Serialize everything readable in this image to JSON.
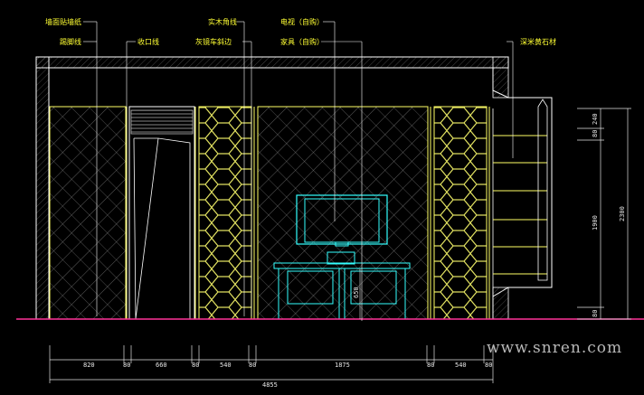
{
  "drawing": {
    "top_labels": {
      "wall_paper": "墙面贴墙纸",
      "skirting": "踢脚线",
      "trim_line": "收口线",
      "strip_light": "实木角线",
      "mirror_edge": "灰镜车斜边",
      "tv": "电视（自购）",
      "cabinet": "家具（自购）",
      "stone": "深米黄石材"
    },
    "bottom_dims": [
      "820",
      "80",
      "660",
      "80",
      "540",
      "80",
      "1875",
      "80",
      "540",
      "80"
    ],
    "total_dim": "4855",
    "right_dims": {
      "top": "240",
      "top2": "80",
      "middle": "1900",
      "bottom": "80",
      "total": "2300"
    },
    "center_dim": "650",
    "watermark": "www.snren.com"
  },
  "colors": {
    "outline": "#ffffff",
    "yellow": "#ffff33",
    "cyan": "#33ffff",
    "magenta": "#ff3399",
    "pattern": "#a0a0a0"
  }
}
